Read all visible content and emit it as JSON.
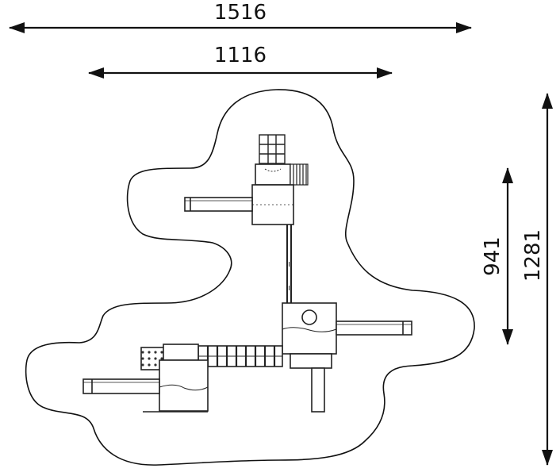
{
  "dimensions": {
    "overall_width": "1516",
    "platform_width": "1116",
    "overall_depth": "1281",
    "inner_depth": "941"
  }
}
